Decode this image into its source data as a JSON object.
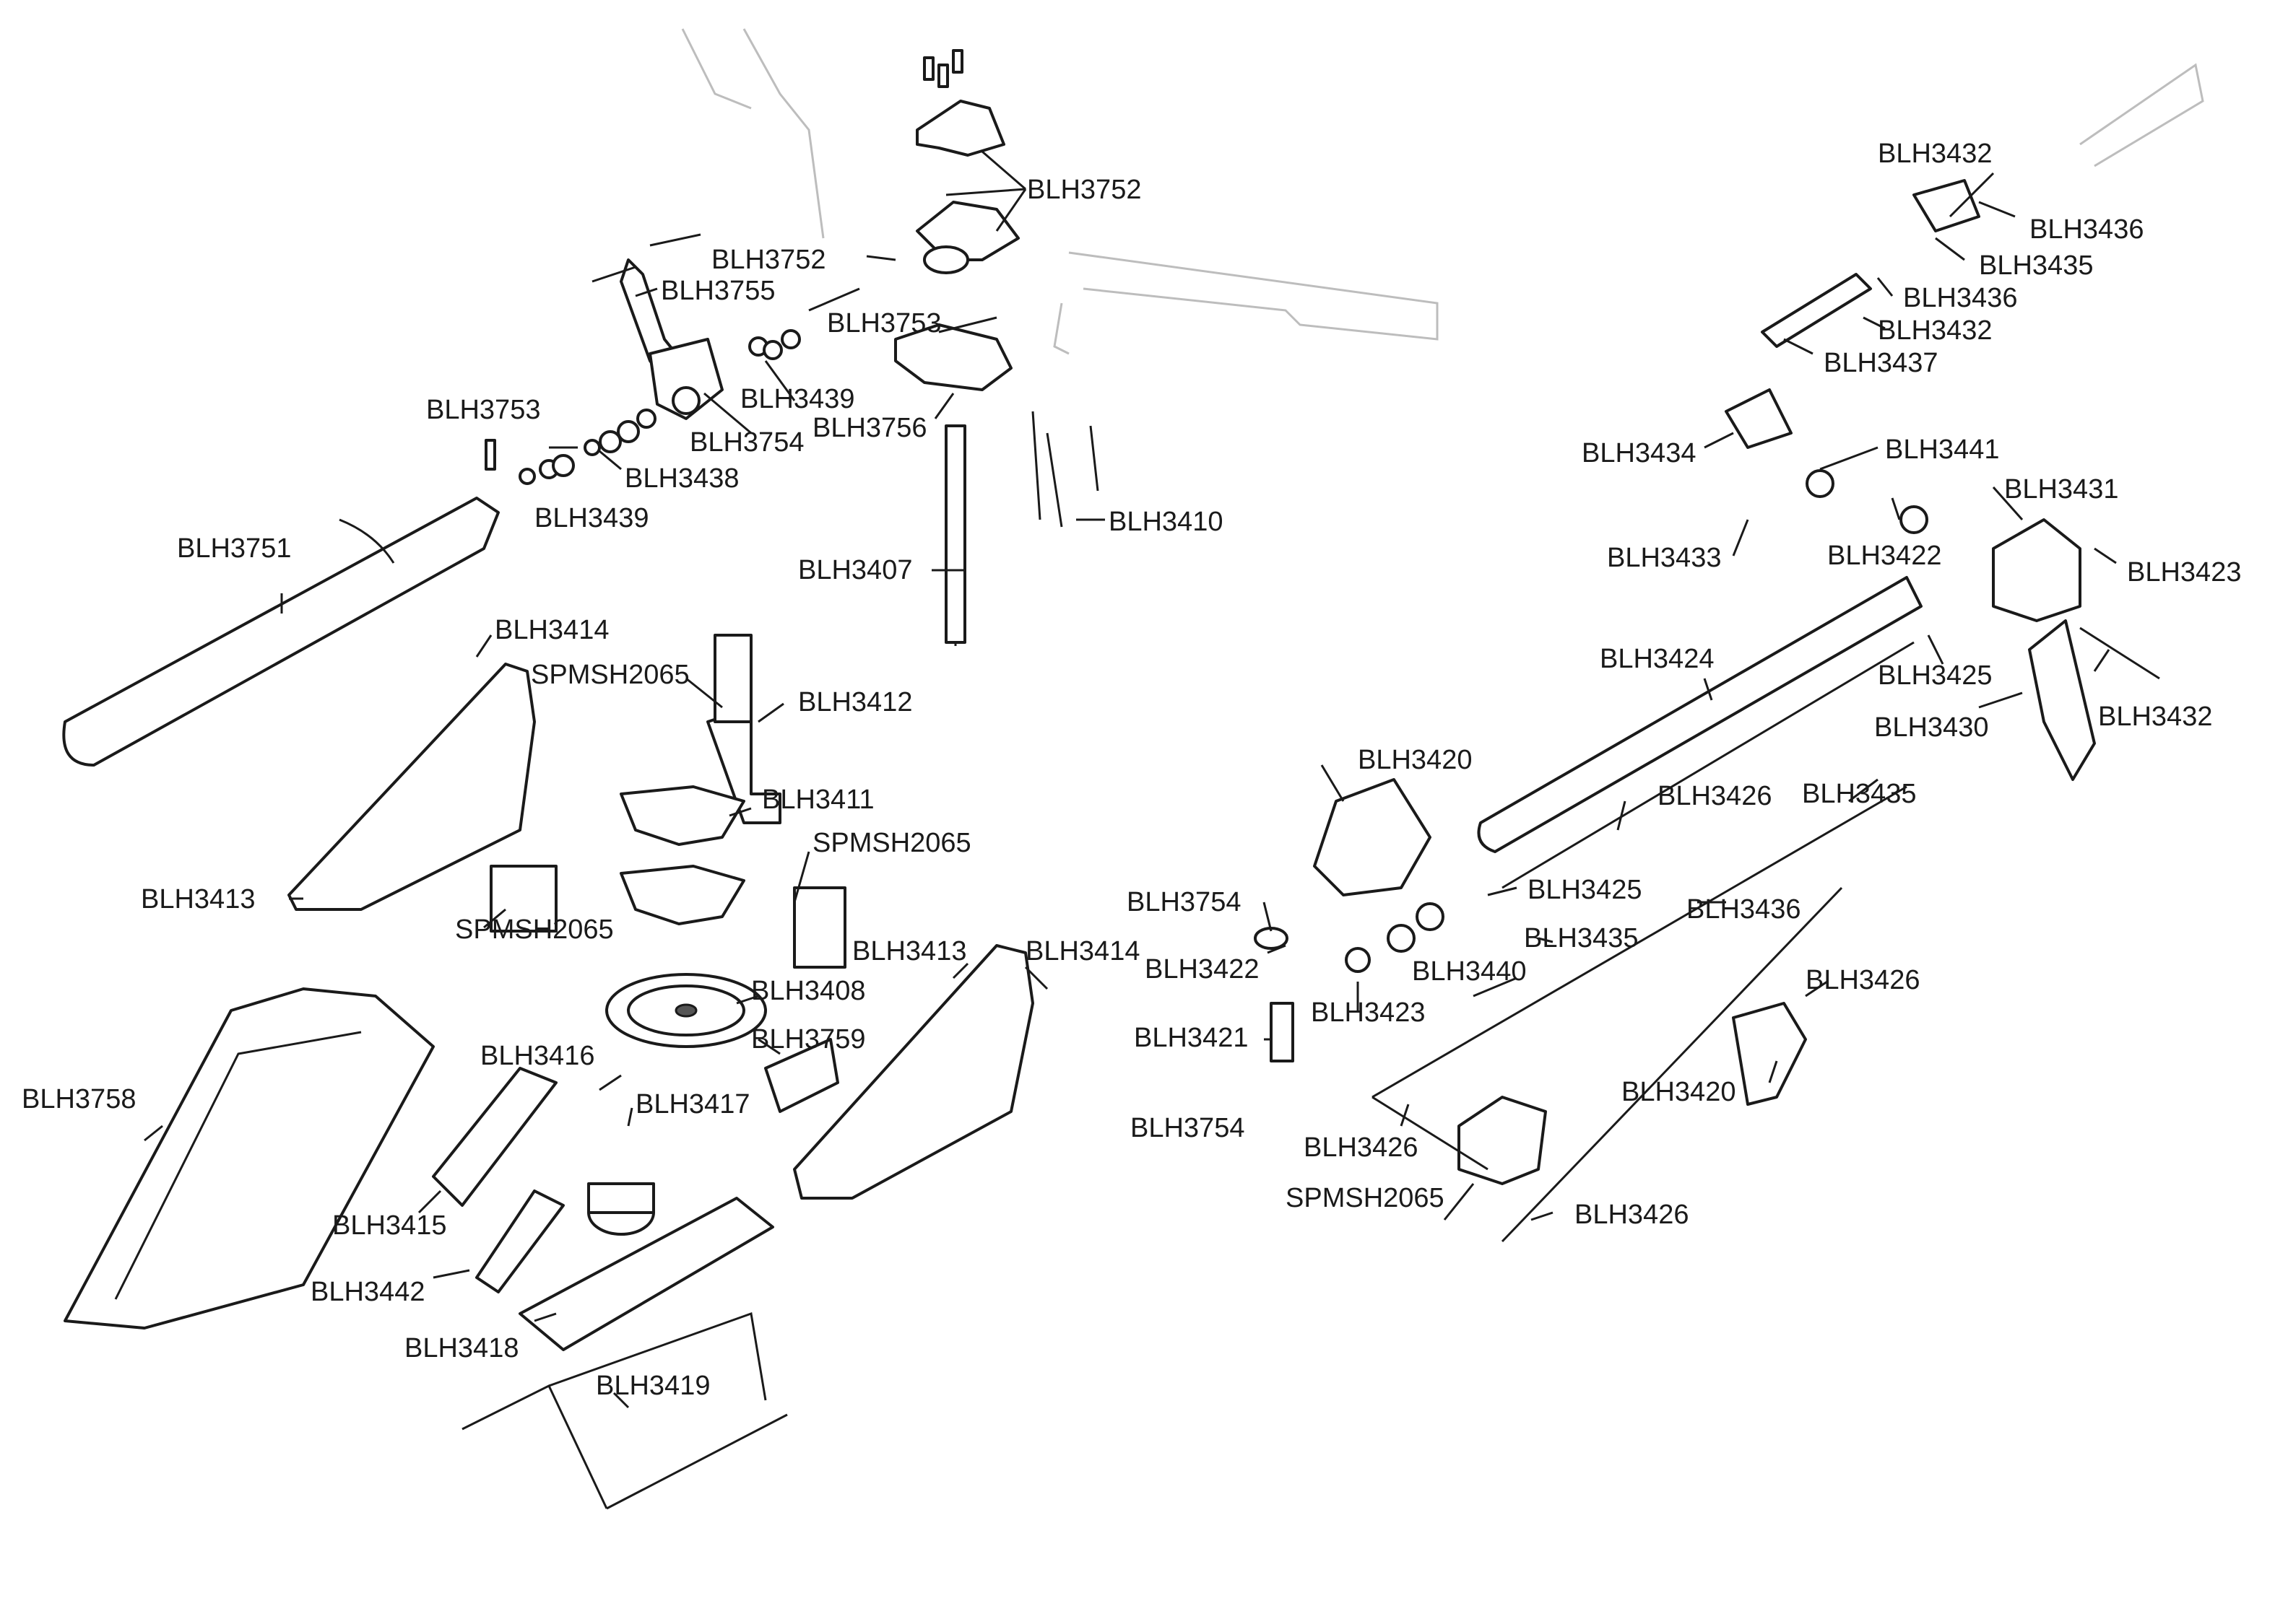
{
  "labels": [
    "BLH3752",
    "BLH3752",
    "BLH3755",
    "BLH3753",
    "BLH3439",
    "BLH3753",
    "BLH3754",
    "BLH3756",
    "BLH3438",
    "BLH3439",
    "BLH3410",
    "BLH3751",
    "BLH3407",
    "BLH3414",
    "SPMSH2065",
    "BLH3412",
    "BLH3411",
    "BLH3413",
    "SPMSH2065",
    "SPMSH2065",
    "BLH3413",
    "BLH3414",
    "BLH3408",
    "BLH3759",
    "BLH3416",
    "BLH3417",
    "BLH3758",
    "BLH3415",
    "BLH3442",
    "BLH3418",
    "BLH3419",
    "BLH3432",
    "BLH3436",
    "BLH3435",
    "BLH3436",
    "BLH3432",
    "BLH3437",
    "BLH3434",
    "BLH3441",
    "BLH3431",
    "BLH3433",
    "BLH3422",
    "BLH3423",
    "BLH3424",
    "BLH3425",
    "BLH3430",
    "BLH3432",
    "BLH3420",
    "BLH3426",
    "BLH3435",
    "BLH3754",
    "BLH3425",
    "BLH3436",
    "BLH3422",
    "BLH3435",
    "BLH3440",
    "BLH3426",
    "BLH3423",
    "BLH3421",
    "BLH3420",
    "BLH3754",
    "BLH3426",
    "SPMSH2065",
    "BLH3426"
  ]
}
